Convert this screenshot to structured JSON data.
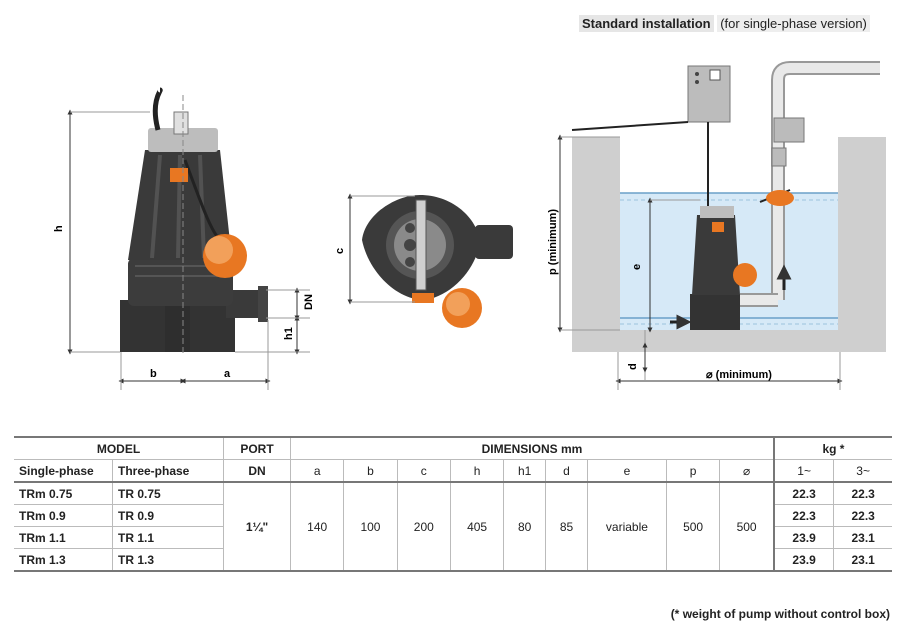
{
  "header": {
    "title_bold": "Standard installation",
    "title_rest": "(for single-phase version)"
  },
  "diagram_labels": {
    "h": "h",
    "b": "b",
    "a": "a",
    "DN": "DN",
    "h1": "h1",
    "c": "c",
    "p": "p (minimum)",
    "e": "e",
    "d": "d",
    "phi": "⌀ (minimum)"
  },
  "table": {
    "header1": {
      "model": "MODEL",
      "port": "PORT",
      "dimensions": "DIMENSIONS mm",
      "kg": "kg *"
    },
    "header2": [
      "Single-phase",
      "Three-phase",
      "DN",
      "a",
      "b",
      "c",
      "h",
      "h1",
      "d",
      "e",
      "p",
      "⌀",
      "1~",
      "3~"
    ],
    "rows": [
      {
        "single": "TRm 0.75",
        "three": "TR 0.75",
        "kg1": "22.3",
        "kg3": "22.3"
      },
      {
        "single": "TRm 0.9",
        "three": "TR 0.9",
        "kg1": "22.3",
        "kg3": "22.3"
      },
      {
        "single": "TRm 1.1",
        "three": "TR 1.1",
        "kg1": "23.9",
        "kg3": "23.1"
      },
      {
        "single": "TRm 1.3",
        "three": "TR 1.3",
        "kg1": "23.9",
        "kg3": "23.1"
      }
    ],
    "shared": {
      "dn": "1¼\"",
      "a": "140",
      "b": "100",
      "c": "200",
      "h": "405",
      "h1": "80",
      "d": "85",
      "e": "variable",
      "p": "500",
      "phi": "500"
    }
  },
  "footnote": "(* weight of pump without control box)",
  "colors": {
    "pump_body": "#3a3a3a",
    "float": "#e87722",
    "water": "#d6e9f7",
    "tank": "#cfcfcf"
  }
}
